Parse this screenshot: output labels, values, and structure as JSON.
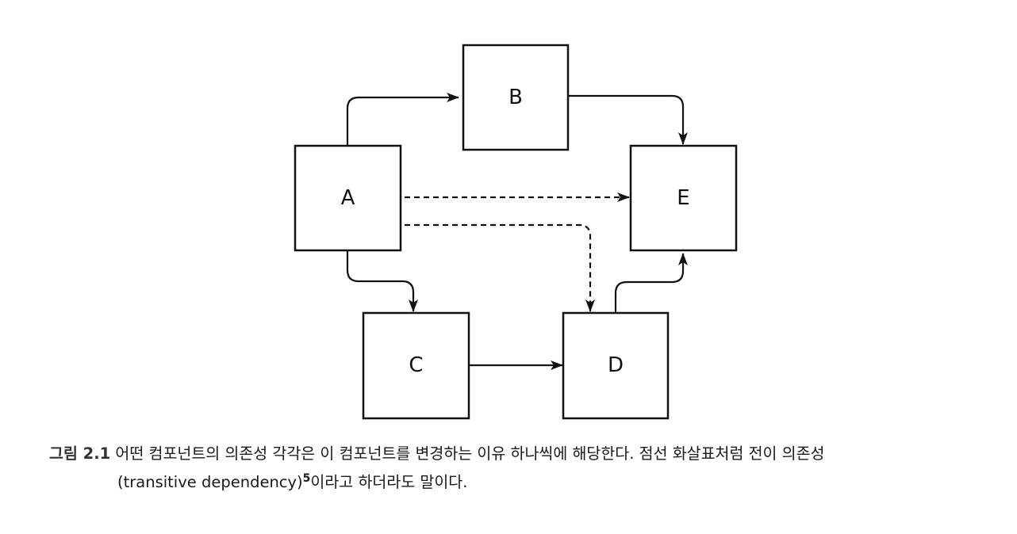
{
  "nodes": {
    "a": "A",
    "b": "B",
    "c": "C",
    "d": "D",
    "e": "E"
  },
  "edges": [
    {
      "from": "A",
      "to": "B",
      "style": "solid"
    },
    {
      "from": "A",
      "to": "C",
      "style": "solid"
    },
    {
      "from": "A",
      "to": "E",
      "style": "dashed"
    },
    {
      "from": "A",
      "to": "D",
      "style": "dashed"
    },
    {
      "from": "B",
      "to": "E",
      "style": "solid"
    },
    {
      "from": "C",
      "to": "D",
      "style": "solid"
    },
    {
      "from": "D",
      "to": "E",
      "style": "solid"
    }
  ],
  "caption": {
    "label": "그림 2.1",
    "text_line1": "어떤 컴포넌트의 의존성 각각은 이 컴포넌트를 변경하는 이유 하나씩에 해당한다. 점선 화살표처럼 전이 의존성",
    "text_line2_pre": "(transitive dependency)",
    "footnote_marker": "5",
    "text_line2_post": "이라고 하더라도 말이다."
  }
}
